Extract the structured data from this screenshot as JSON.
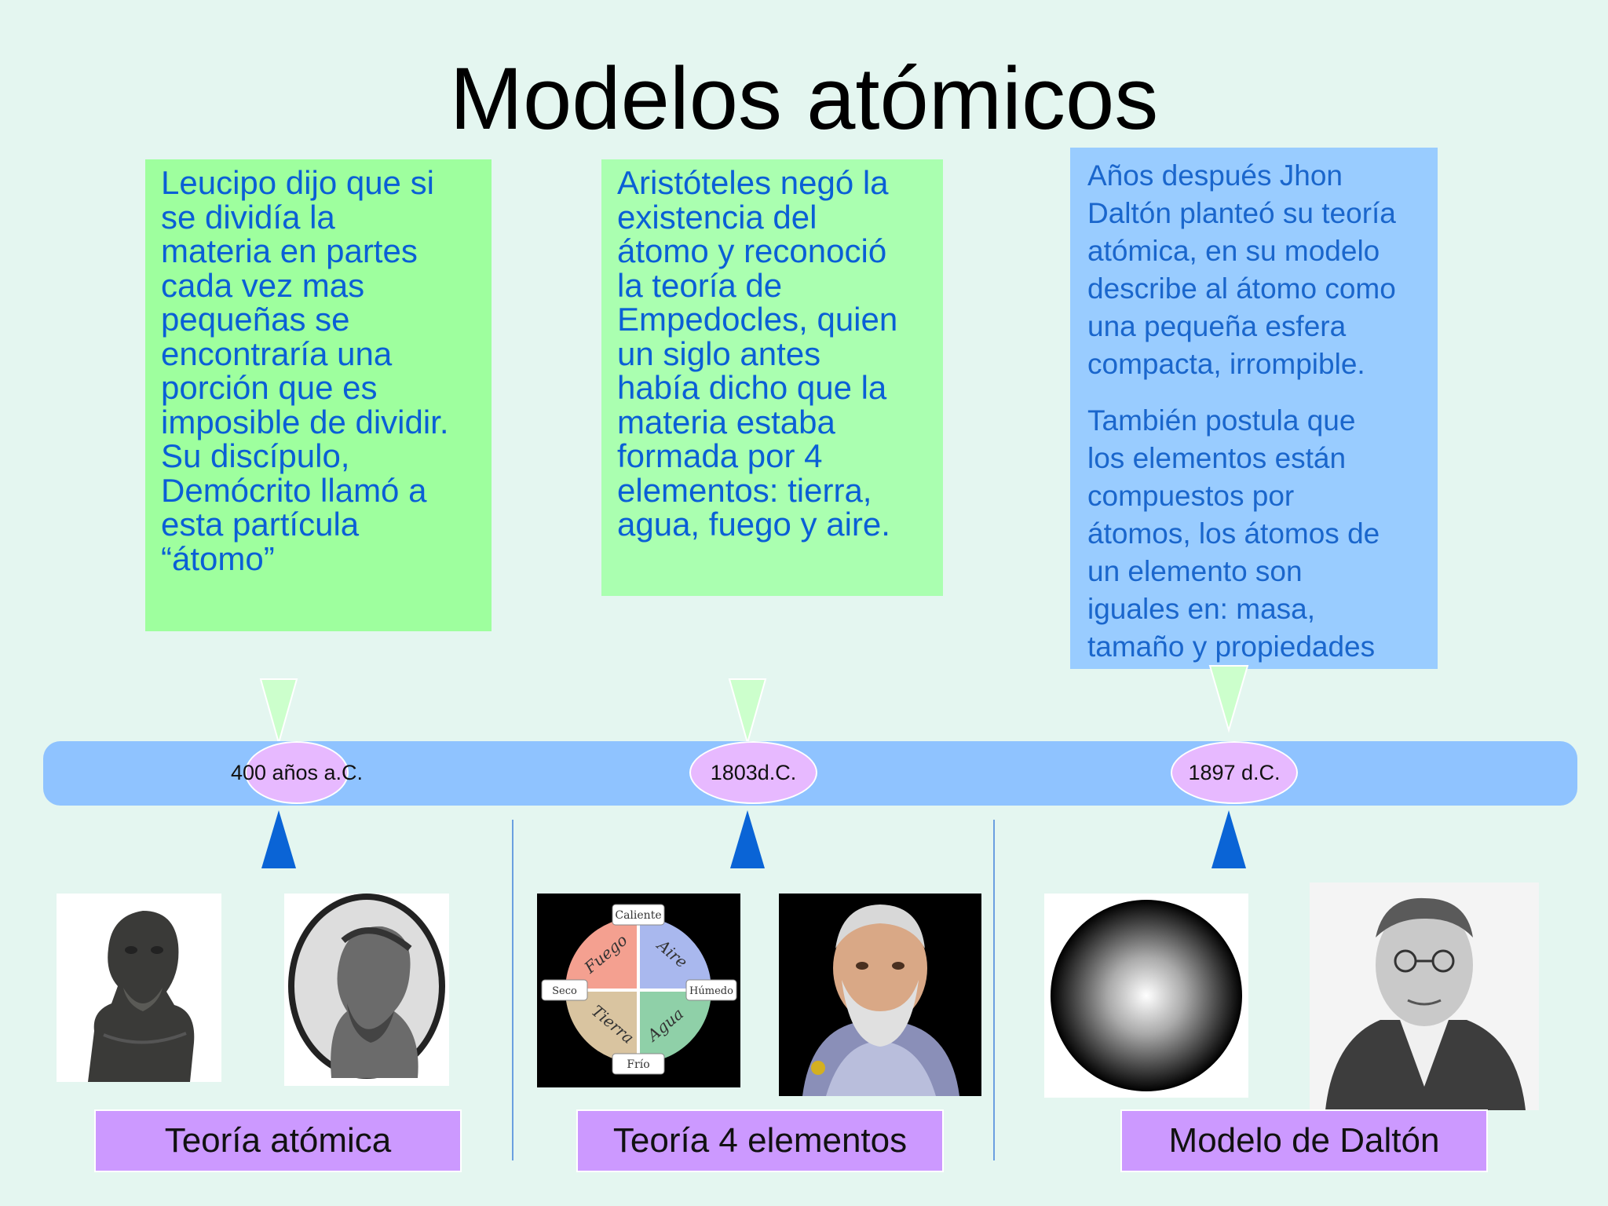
{
  "title": "Modelos atómicos",
  "boxes": [
    {
      "text": "Leucipo dijo que si\nse dividía la\nmateria en partes\ncada vez mas\npequeñas se\nencontraría una\nporción que es\nimposible de dividir.\nSu discípulo,\nDemócrito llamó a\nesta partícula\n“átomo”"
    },
    {
      "text": "Aristóteles negó la\nexistencia del\nátomo y reconoció\nla teoría de\nEmpedocles, quien\nun siglo antes\nhabía dicho que la\nmateria estaba\nformada por 4\nelementos: tierra,\nagua, fuego y aire."
    },
    {
      "para1": "Años después Jhon\nDaltón planteó su teoría\natómica, en su modelo\ndescribe al átomo como\nuna pequeña esfera\ncompacta, irrompible.",
      "para2": "También postula que\nlos elementos están\ncompuestos por\nátomos, los átomos de\nun elemento son\niguales en: masa,\ntamaño y propiedades"
    }
  ],
  "timeline": {
    "dates": [
      "400 años a.C.",
      "1803d.C.",
      "1897 d.C."
    ]
  },
  "labels": [
    "Teoría atómica",
    "Teoría 4 elementos",
    "Modelo de Daltón"
  ],
  "elements_diagram": {
    "top": "Caliente",
    "bottom": "Frío",
    "left": "Seco",
    "right": "Húmedo",
    "quadrants": [
      "Fuego",
      "Aire",
      "Tierra",
      "Agua"
    ]
  },
  "colors": {
    "background": "#e4f6f0",
    "timeline_bar": "#8fc3ff",
    "date_oval": "#e7b9ff",
    "label_box": "#cc99ff",
    "box1": "#9eff9e",
    "box2": "#aaffb0",
    "box3": "#99ccff",
    "pointer_up": "#0a64d6",
    "pointer_down": "#ccffcc"
  }
}
